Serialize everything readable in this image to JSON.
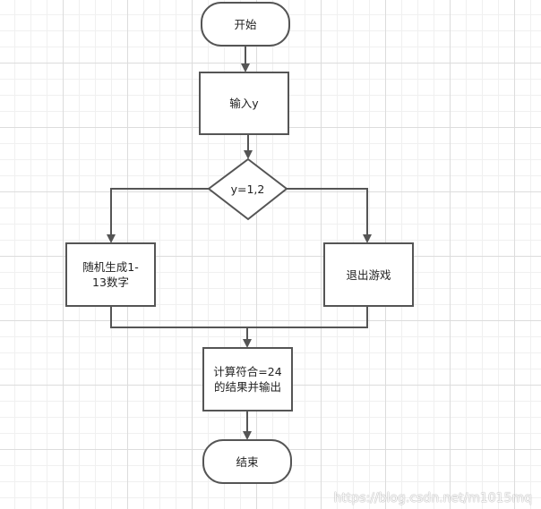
{
  "nodes": {
    "start": "开始",
    "input": "输入y",
    "decision": "y=1,2",
    "generate": "随机生成1-\n13数字",
    "exit": "退出游戏",
    "compute": "计算符合=24\n的结果并输出",
    "end": "结束"
  },
  "watermark": "https://blog.csdn.net/m1015mq",
  "colors": {
    "stroke": "#555555",
    "fill": "#ffffff",
    "grid": "#dcdcdc"
  }
}
